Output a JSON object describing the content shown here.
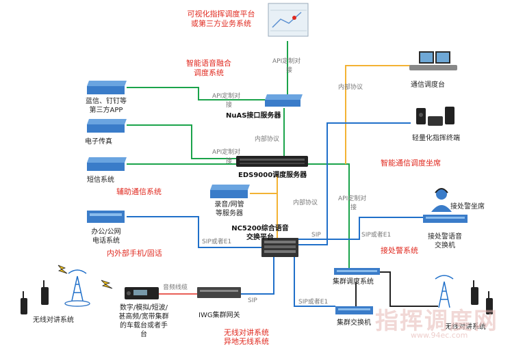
{
  "labels": {
    "platform_line1": "可视化指挥调度平台",
    "platform_line2": "或第三方业务系统",
    "api1": "API定制对",
    "api1b": "接",
    "voice_fusion_line1": "智能语音融合",
    "voice_fusion_line2": "调度系统",
    "internal1": "内部协议",
    "comm_console": "通信调度台",
    "app_line1": "蓝信、钉钉等",
    "app_line2": "第三方APP",
    "api2": "API定制对",
    "api2b": "接",
    "nuas": "NuAS接口服务器",
    "light_terminal": "轻量化指挥终端",
    "fax": "电子传真",
    "internal2": "内部协议",
    "api3": "API定制对",
    "api3b": "接",
    "eds": "EDS9000调度服务器",
    "smart_console": "智能通信调度坐席",
    "sms": "短信系统",
    "aux_system": "辅助通信系统",
    "record_line1": "录音/网管",
    "record_line2": "等服务器",
    "internal3": "内部协议",
    "api4": "API定制对",
    "api4b": "接",
    "police_seat": "接处警坐席",
    "office_line1": "办公/公网",
    "office_line2": "电话系统",
    "nc_line1": "NC5200综合语音",
    "nc_line2": "交换平台",
    "sip_e1_left": "SIP或者E1",
    "sip1": "SIP",
    "sip_e1_right": "SIP或者E1",
    "police_switch_line1": "接处警语音",
    "police_switch_line2": "交换机",
    "phone_system": "内外部手机/固话",
    "police_system": "接处警系统",
    "audio_line": "音频线缆",
    "trunk_dispatch": "集群调度系统",
    "wireless_left": "无线对讲系统",
    "radio_line1": "数字/模拟/短波/",
    "radio_line2": "甚高频/宽带集群",
    "radio_line3": "的车载台或者手",
    "radio_line4": "台",
    "iwg": "IWG集群网关",
    "sip2": "SIP",
    "sip_e1_bottom": "SIP或者E1",
    "trunk_switch": "集群交换机",
    "wireless_right": "无线对讲系统",
    "wireless_sys_line1": "无线对讲系统",
    "wireless_sys_line2": "异地无线系统",
    "watermark": "指挥调度网",
    "watermark_url": "www.94ec.com"
  },
  "colors": {
    "green": "#1aa34a",
    "orange": "#f3b233",
    "blue": "#1f6fc9",
    "black": "#222222",
    "red_text": "#e0291f",
    "device_blue": "#3a7cc9"
  }
}
